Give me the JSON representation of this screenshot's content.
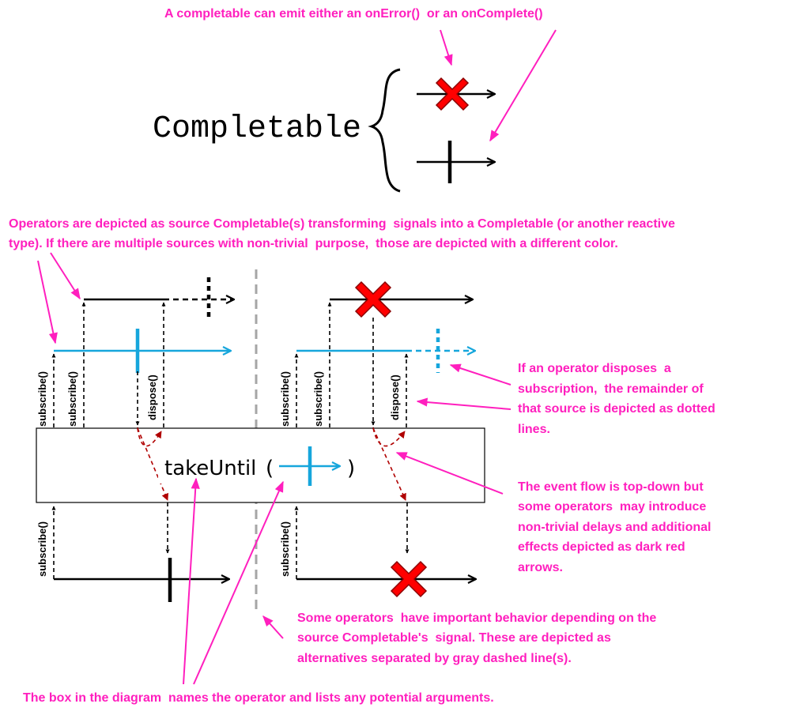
{
  "colors": {
    "annotation": "#ff1fbe",
    "signal": "#000000",
    "secondary_source": "#16a6dc",
    "delay_arrow": "#b00000",
    "error_cross": "#ff0000",
    "separator": "#a6a6a6"
  },
  "header": {
    "note": "A completable can emit either an onError()  or an onComplete()",
    "title": "Completable"
  },
  "legend": [
    {
      "event": "onError",
      "icon": "error-cross-icon"
    },
    {
      "event": "onComplete",
      "icon": "completion-bar-icon"
    }
  ],
  "notes": {
    "operators": [
      "Operators are depicted as source Completable(s) transforming  signals into a Completable (or another reactive",
      "type). If there are multiple sources with non-trivial  purpose,  those are depicted with a different color."
    ],
    "dispose": [
      "If an operator disposes  a",
      "subscription,  the remainder of",
      "that source is depicted as dotted",
      "lines."
    ],
    "event_flow": [
      "The event flow is top-down but",
      "some operators  may introduce",
      "non-trivial delays and additional",
      "effects depicted as dark red",
      "arrows."
    ],
    "alternatives": [
      "Some operators  have important behavior depending on the",
      "source Completable's  signal. These are depicted as",
      "alternatives separated by gray dashed line(s)."
    ],
    "box": "The box in the diagram  names the operator and lists any potential arguments."
  },
  "operator": {
    "name": "takeUntil",
    "open_paren": "(",
    "close_paren": ")"
  },
  "labels": {
    "subscribe": "subscribe()",
    "dispose": "dispose()"
  }
}
